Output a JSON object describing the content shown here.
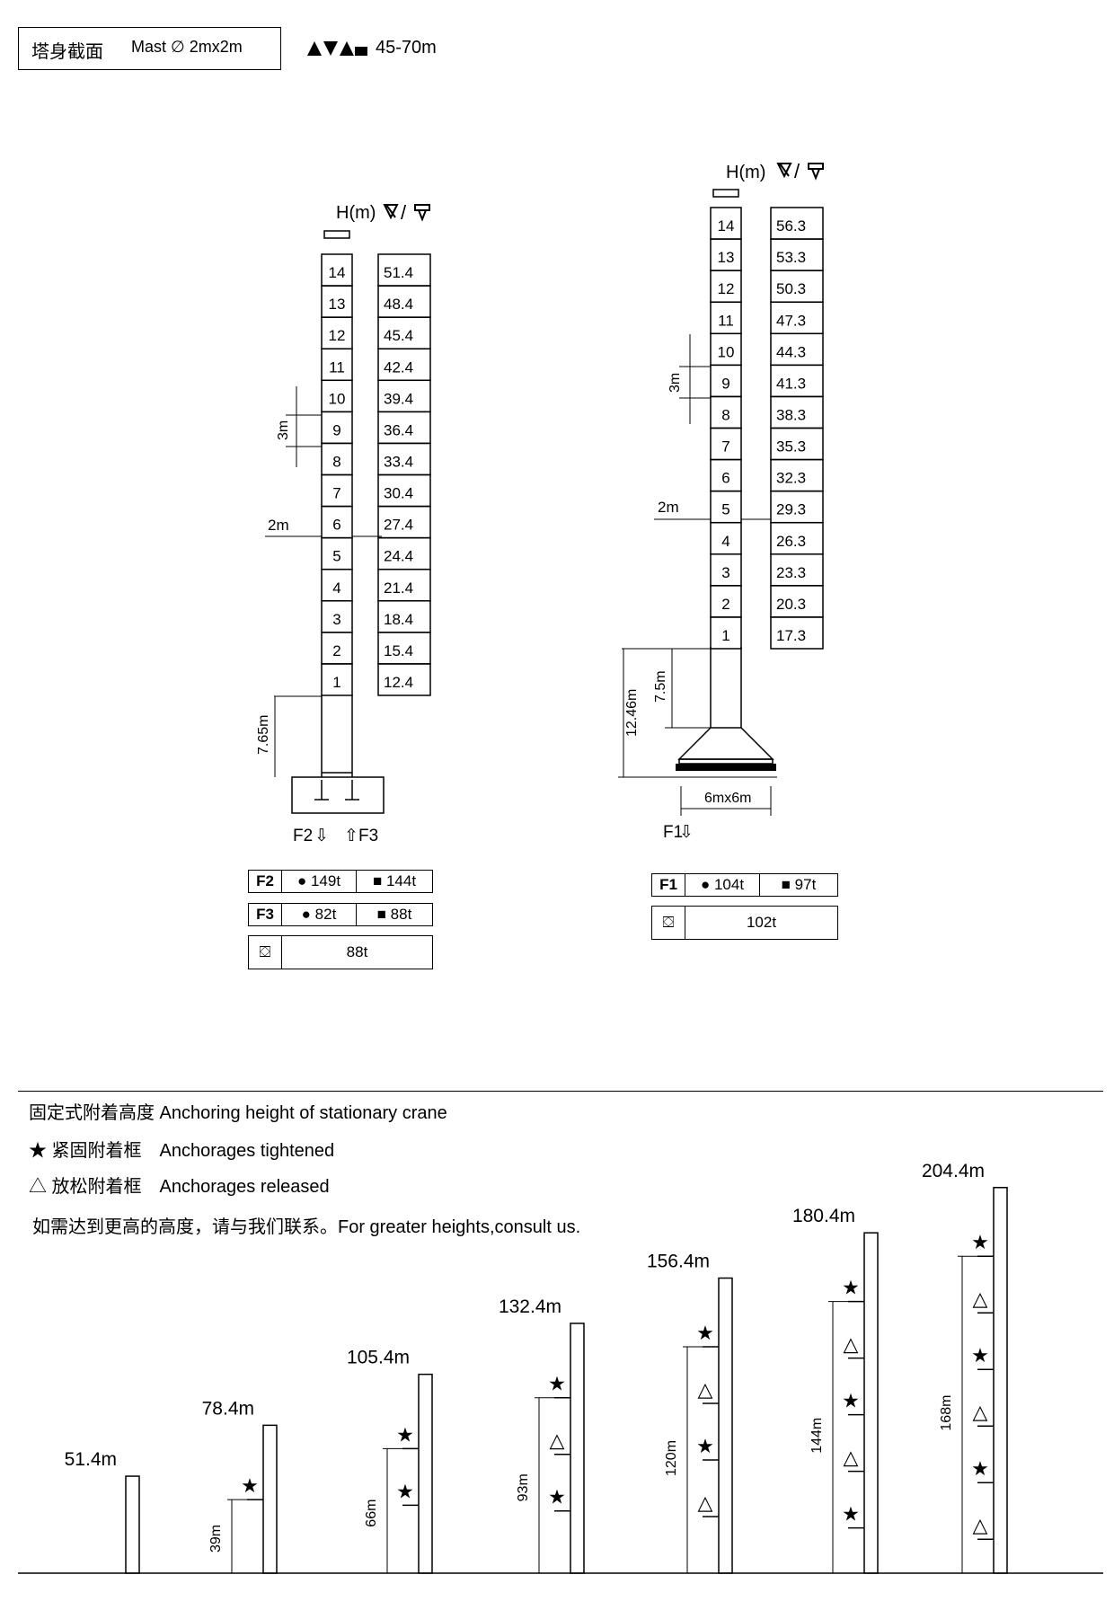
{
  "header": {
    "mast_label": "塔身截面",
    "mast_value": "Mast ∅ 2mx2m",
    "jib_range": "45-70m"
  },
  "left_tower": {
    "h_label": "H(m)",
    "segments": [
      "14",
      "13",
      "12",
      "11",
      "10",
      "9",
      "8",
      "7",
      "6",
      "5",
      "4",
      "3",
      "2",
      "1"
    ],
    "heights": [
      "51.4",
      "48.4",
      "45.4",
      "42.4",
      "39.4",
      "36.4",
      "33.4",
      "30.4",
      "27.4",
      "24.4",
      "21.4",
      "18.4",
      "15.4",
      "12.4"
    ],
    "dim_3m": "3m",
    "dim_2m": "2m",
    "dim_base": "7.65m",
    "f2_label": "F2",
    "f3_label": "F3",
    "table": {
      "f2": {
        "label": "F2",
        "a": "149t",
        "b": "144t"
      },
      "f3": {
        "label": "F3",
        "a": "82t",
        "b": "88t"
      },
      "weight": "88t"
    }
  },
  "right_tower": {
    "h_label": "H(m)",
    "segments": [
      "14",
      "13",
      "12",
      "11",
      "10",
      "9",
      "8",
      "7",
      "6",
      "5",
      "4",
      "3",
      "2",
      "1"
    ],
    "heights": [
      "56.3",
      "53.3",
      "50.3",
      "47.3",
      "44.3",
      "41.3",
      "38.3",
      "35.3",
      "32.3",
      "29.3",
      "26.3",
      "23.3",
      "20.3",
      "17.3"
    ],
    "dim_3m": "3m",
    "dim_2m": "2m",
    "dim_total": "12.46m",
    "dim_base": "7.5m",
    "dim_chassis": "6mx6m",
    "f1_label": "F1",
    "table": {
      "f1": {
        "label": "F1",
        "a": "104t",
        "b": "97t"
      },
      "weight": "102t"
    }
  },
  "anchoring": {
    "title": "固定式附着高度 Anchoring height of stationary crane",
    "legend_tight": "★ 紧固附着框　Anchorages tightened",
    "legend_released": "△ 放松附着框　Anchorages released",
    "note": "如需达到更高的高度，请与我们联系。For greater heights,consult us.",
    "cranes": [
      {
        "height": "51.4m",
        "dim": "",
        "marks": []
      },
      {
        "height": "78.4m",
        "dim": "39m",
        "marks": [
          "★"
        ]
      },
      {
        "height": "105.4m",
        "dim": "66m",
        "marks": [
          "★",
          "★"
        ]
      },
      {
        "height": "132.4m",
        "dim": "93m",
        "marks": [
          "★",
          "△",
          "★"
        ]
      },
      {
        "height": "156.4m",
        "dim": "120m",
        "marks": [
          "★",
          "△",
          "★",
          "△"
        ]
      },
      {
        "height": "180.4m",
        "dim": "144m",
        "marks": [
          "★",
          "△",
          "★",
          "△",
          "★"
        ]
      },
      {
        "height": "204.4m",
        "dim": "168m",
        "marks": [
          "★",
          "△",
          "★",
          "△",
          "★",
          "△"
        ]
      }
    ]
  }
}
